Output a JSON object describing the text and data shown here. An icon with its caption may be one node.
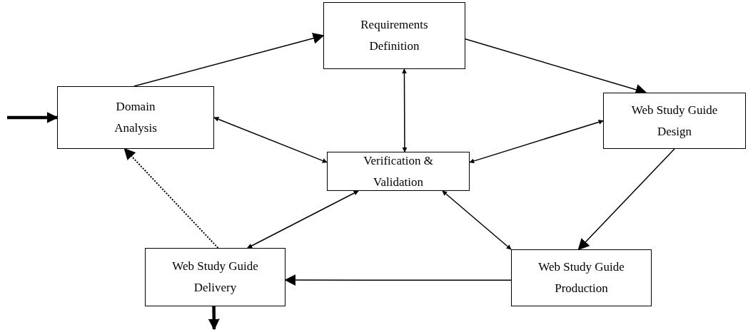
{
  "diagram": {
    "nodes": [
      {
        "text": [
          "Domain Analysis"
        ]
      },
      {
        "text": [
          "Requirements Definition"
        ]
      },
      {
        "text": [
          "Web Study Guide Design"
        ]
      },
      {
        "text": [
          "Verification & Validation"
        ]
      },
      {
        "text": [
          "Web Study Guide Delivery"
        ]
      },
      {
        "text": [
          "Web Study Guide Production"
        ]
      }
    ],
    "edges": [
      {
        "from": null,
        "to": 0,
        "arrow": "to",
        "style": "thick"
      },
      {
        "from": 0,
        "to": 1,
        "arrow": "to"
      },
      {
        "from": 1,
        "to": 2,
        "arrow": "to"
      },
      {
        "from": 2,
        "to": 5,
        "arrow": "to"
      },
      {
        "from": 5,
        "to": 4,
        "arrow": "to"
      },
      {
        "from": 4,
        "to": 0,
        "arrow": "to",
        "style": "dashed"
      },
      {
        "from": 4,
        "to": null,
        "arrow": "to",
        "style": "thick"
      },
      {
        "from": 3,
        "to": 1,
        "arrow": "both"
      },
      {
        "from": 3,
        "to": 0,
        "arrow": "both"
      },
      {
        "from": 3,
        "to": 2,
        "arrow": "both"
      },
      {
        "from": 3,
        "to": 4,
        "arrow": "both"
      },
      {
        "from": 3,
        "to": 5,
        "arrow": "both"
      }
    ]
  }
}
